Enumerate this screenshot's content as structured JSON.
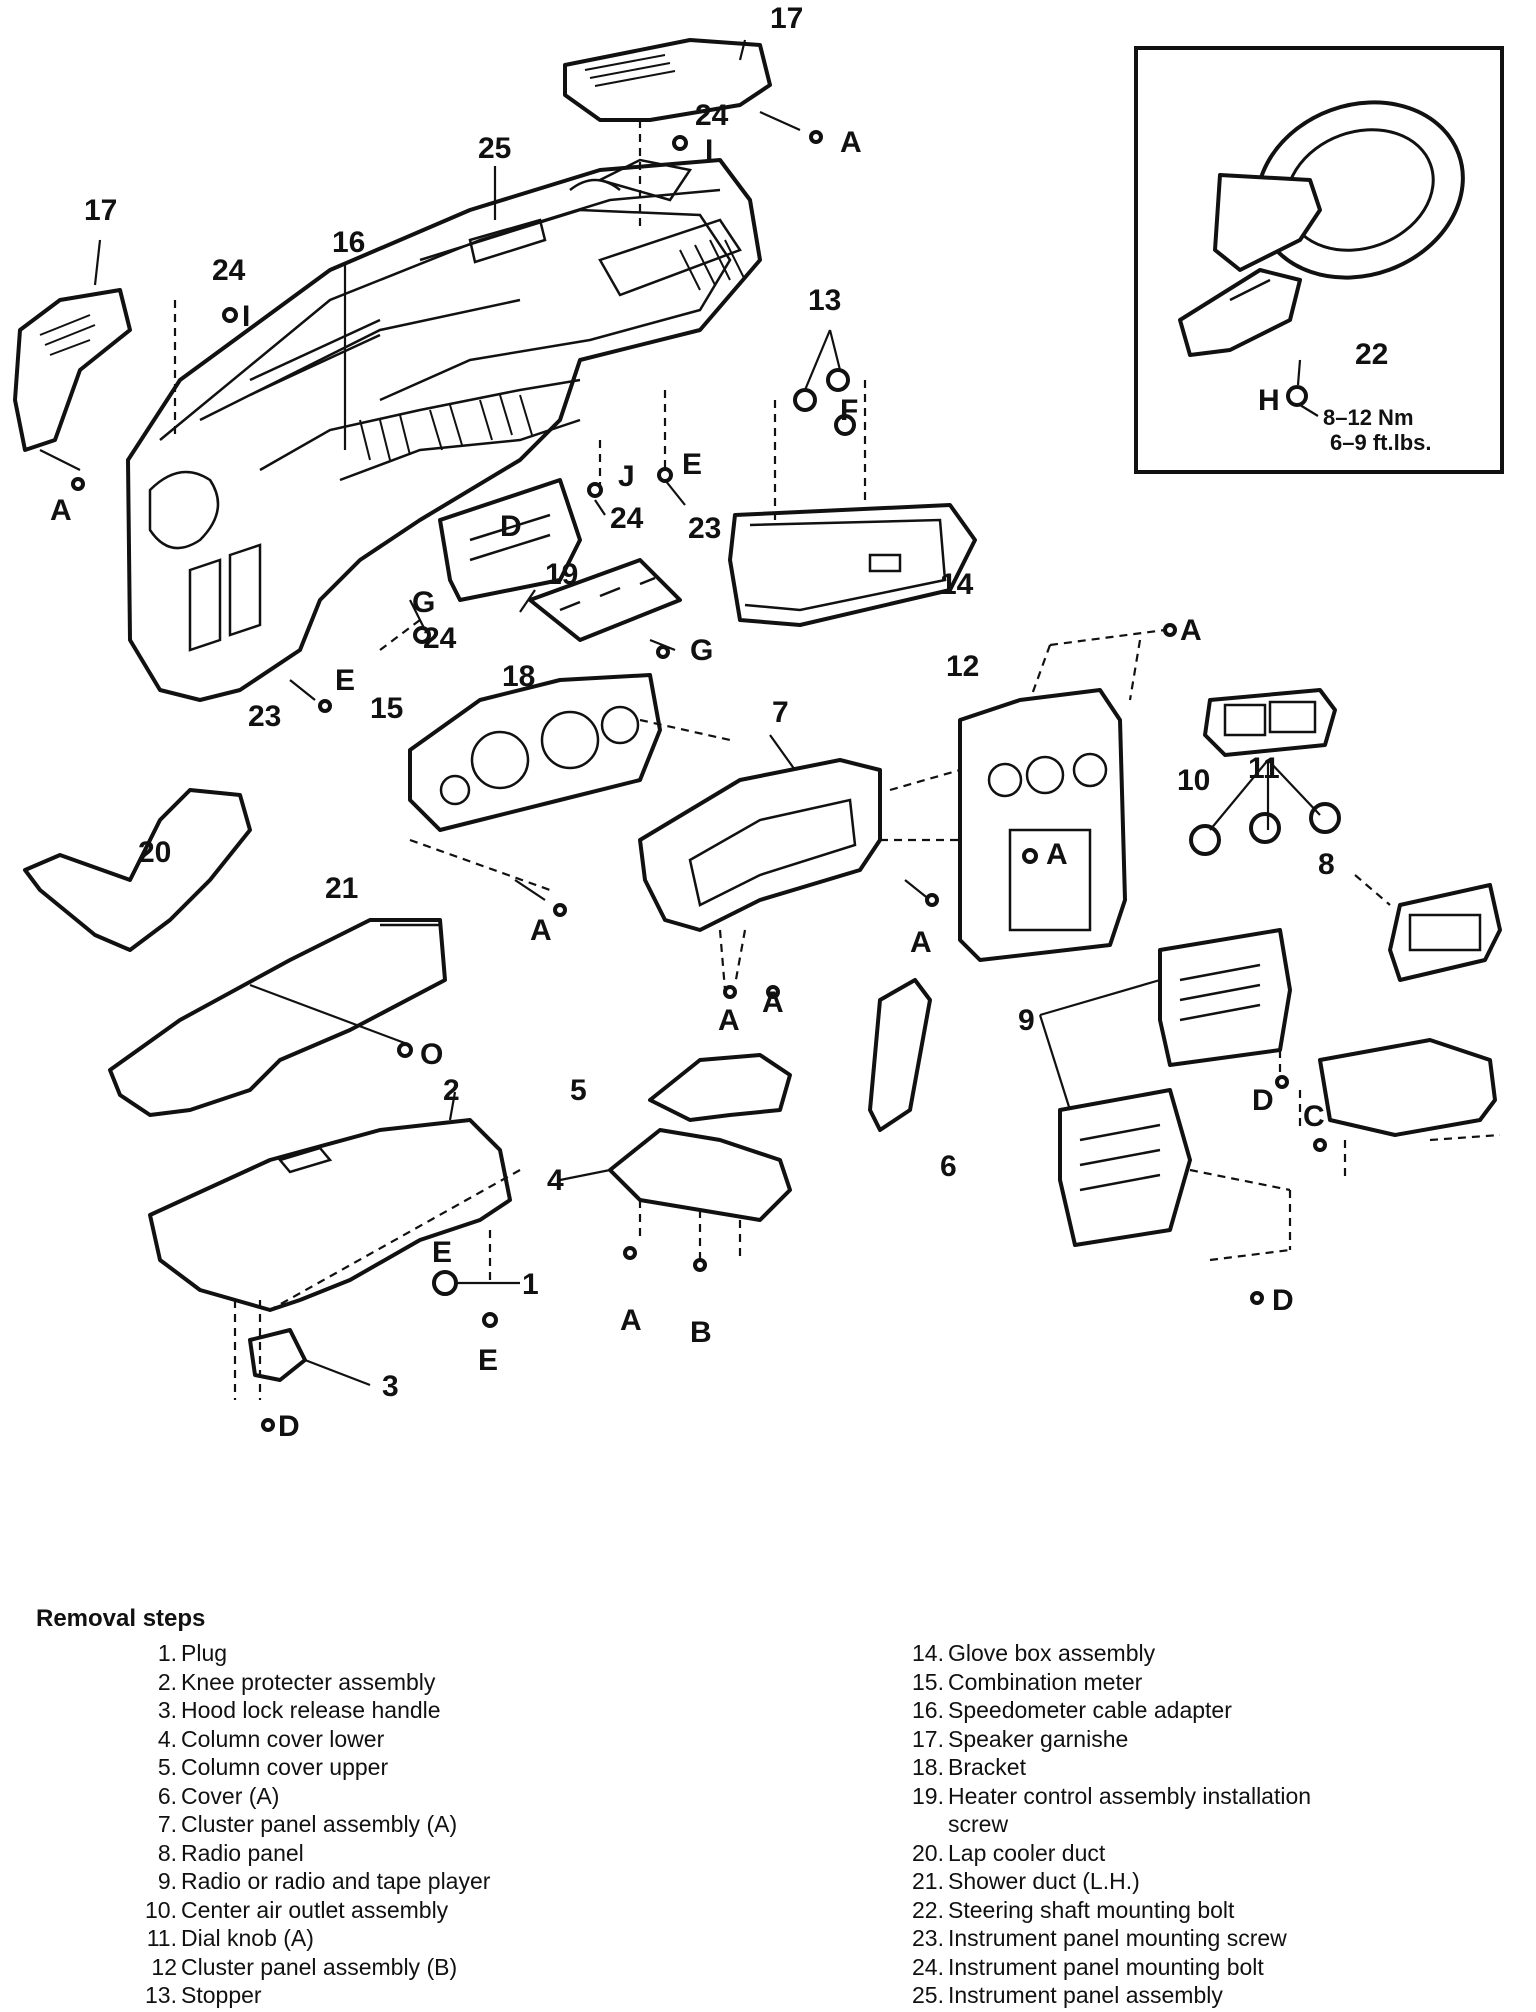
{
  "callouts": {
    "c17_top": "17",
    "c24_top": "24",
    "cA_top": "A",
    "cI_top": "I",
    "c25": "25",
    "c16": "16",
    "c17_left": "17",
    "c24_left": "24",
    "cI_left": "I",
    "cA_left": "A",
    "c13": "13",
    "cF": "F",
    "cE_mid": "E",
    "cJ": "J",
    "c24_mid": "24",
    "c23_mid": "23",
    "cD_mid": "D",
    "c19": "19",
    "c14": "14",
    "cG_left": "G",
    "c24_low": "24",
    "cG_right": "G",
    "c18": "18",
    "cE_low": "E",
    "c23_low": "23",
    "c15": "15",
    "c7": "7",
    "c12": "12",
    "cA_12": "A",
    "cA_12b": "A",
    "c10": "10",
    "c11": "11",
    "c8": "8",
    "c20": "20",
    "c21": "21",
    "cA_15": "A",
    "cA_7r": "A",
    "cA_7a": "A",
    "cA_7b": "A",
    "cO": "O",
    "c9": "9",
    "c5": "5",
    "c4": "4",
    "c6": "6",
    "c2": "2",
    "cE_2": "E",
    "c1": "1",
    "cE_1": "E",
    "cA_4": "A",
    "cB_4": "B",
    "c3": "3",
    "cD_3": "D",
    "cD_9a": "D",
    "cC": "C",
    "cD_9b": "D"
  },
  "inset": {
    "c22": "22",
    "cH": "H",
    "torque_nm": "8–12 Nm",
    "torque_ftlbs": "6–9 ft.lbs."
  },
  "removal": {
    "title": "Removal steps",
    "steps_left": [
      {
        "num": "1.",
        "text": "Plug"
      },
      {
        "num": "2.",
        "text": "Knee protecter assembly"
      },
      {
        "num": "3.",
        "text": "Hood lock release handle"
      },
      {
        "num": "4.",
        "text": "Column cover lower"
      },
      {
        "num": "5.",
        "text": "Column cover upper"
      },
      {
        "num": "6.",
        "text": "Cover (A)"
      },
      {
        "num": "7.",
        "text": "Cluster panel assembly (A)"
      },
      {
        "num": "8.",
        "text": "Radio panel"
      },
      {
        "num": "9.",
        "text": "Radio or radio and tape player"
      },
      {
        "num": "10.",
        "text": "Center air outlet assembly"
      },
      {
        "num": "11.",
        "text": "Dial knob (A)"
      },
      {
        "num": "12",
        "text": "Cluster panel assembly (B)"
      },
      {
        "num": "13.",
        "text": "Stopper"
      }
    ],
    "steps_right": [
      {
        "num": "14.",
        "text": "Glove box assembly"
      },
      {
        "num": "15.",
        "text": "Combination meter"
      },
      {
        "num": "16.",
        "text": "Speedometer cable adapter"
      },
      {
        "num": "17.",
        "text": "Speaker garnishe"
      },
      {
        "num": "18.",
        "text": "Bracket"
      },
      {
        "num": "19.",
        "text": "Heater control assembly installation"
      },
      {
        "num": "",
        "text": "screw"
      },
      {
        "num": "20.",
        "text": "Lap cooler duct"
      },
      {
        "num": "21.",
        "text": "Shower duct (L.H.)"
      },
      {
        "num": "22.",
        "text": "Steering shaft mounting bolt"
      },
      {
        "num": "23.",
        "text": "Instrument panel mounting screw"
      },
      {
        "num": "24.",
        "text": "Instrument panel mounting bolt"
      },
      {
        "num": "25.",
        "text": "Instrument panel assembly"
      }
    ]
  }
}
